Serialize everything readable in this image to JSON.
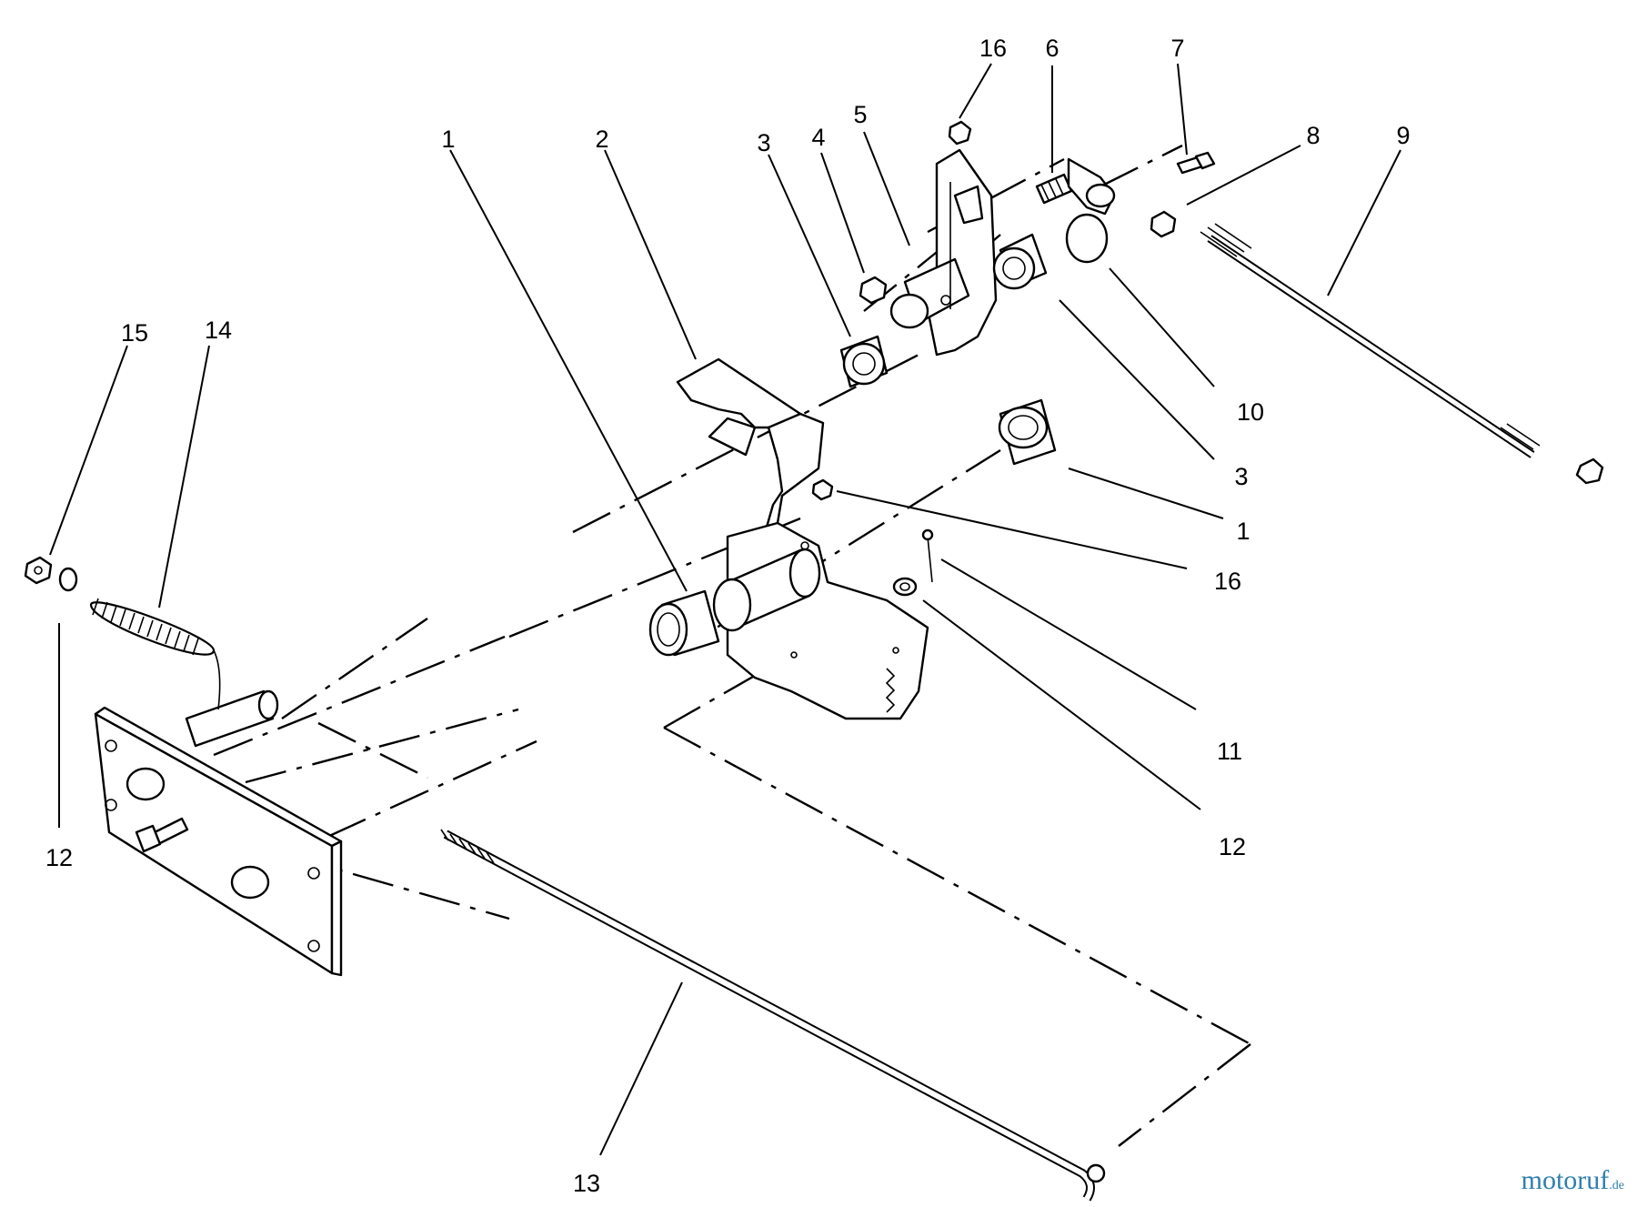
{
  "callouts": [
    {
      "id": "c16a",
      "text": "16"
    },
    {
      "id": "c6",
      "text": "6"
    },
    {
      "id": "c7",
      "text": "7"
    },
    {
      "id": "c5",
      "text": "5"
    },
    {
      "id": "c1a",
      "text": "1"
    },
    {
      "id": "c2",
      "text": "2"
    },
    {
      "id": "c3a",
      "text": "3"
    },
    {
      "id": "c4",
      "text": "4"
    },
    {
      "id": "c8",
      "text": "8"
    },
    {
      "id": "c9",
      "text": "9"
    },
    {
      "id": "c15",
      "text": "15"
    },
    {
      "id": "c14",
      "text": "14"
    },
    {
      "id": "c10",
      "text": "10"
    },
    {
      "id": "c3b",
      "text": "3"
    },
    {
      "id": "c1b",
      "text": "1"
    },
    {
      "id": "c16b",
      "text": "16"
    },
    {
      "id": "c11",
      "text": "11"
    },
    {
      "id": "c12a",
      "text": "12"
    },
    {
      "id": "c12b",
      "text": "12"
    },
    {
      "id": "c13",
      "text": "13"
    }
  ],
  "watermark": {
    "main": "motoruf",
    "tld": ".de"
  }
}
